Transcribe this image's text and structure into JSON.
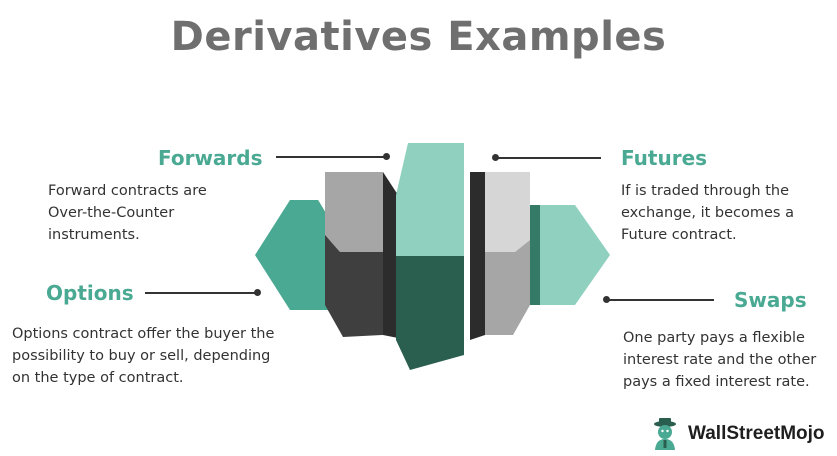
{
  "title": "Derivatives Examples",
  "items": {
    "forwards": {
      "heading": "Forwards",
      "lines": [
        "Forward contracts are",
        "Over-the-Counter",
        "instruments."
      ]
    },
    "options": {
      "heading": "Options",
      "lines": [
        "Options contract offer the buyer the",
        "possibility to buy or sell, depending",
        "on the type of contract."
      ]
    },
    "futures": {
      "heading": "Futures",
      "lines": [
        "If is traded through the",
        "exchange, it becomes a",
        "Future contract."
      ]
    },
    "swaps": {
      "heading": "Swaps",
      "lines": [
        "One party pays a flexible",
        "interest rate and the other",
        "pays a fixed interest rate."
      ]
    }
  },
  "colors": {
    "title": "#6f6f6f",
    "heading": "#4aa992",
    "text": "#333333",
    "teal_light": "#8fd0bf",
    "teal_mid": "#4aa992",
    "teal_dark": "#2a5e4f",
    "gray_light": "#d6d6d6",
    "gray_mid": "#a6a6a6",
    "charcoal": "#3f3f3f"
  },
  "brand": {
    "name": "WallStreetMojo",
    "icon": "wallstreetmojo-mascot-icon"
  }
}
